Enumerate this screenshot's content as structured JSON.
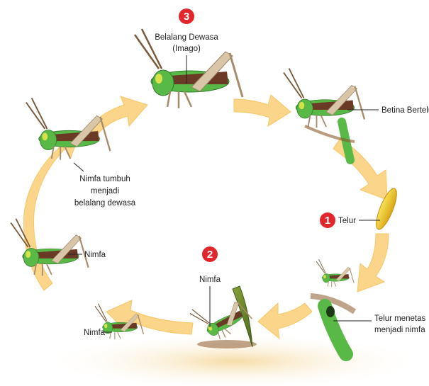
{
  "diagram": {
    "stages": {
      "adult": {
        "number": "3",
        "line1": "Belalang Dewasa",
        "line2": "(Imago)"
      },
      "female": {
        "label": "Betina Bertelur"
      },
      "egg": {
        "number": "1",
        "label": "Telur"
      },
      "hatch": {
        "line1": "Telur menetas",
        "line2": "menjadi nimfa"
      },
      "nymph_main": {
        "number": "2",
        "label": "Nimfa"
      },
      "nymph_small": {
        "label": "Nimfa"
      },
      "nymph_mid": {
        "label": "Nimfa"
      },
      "nymph_grow": {
        "line1": "Nimfa tumbuh",
        "line2": "menjadi",
        "line3": "belalang dewasa"
      }
    },
    "colors": {
      "arrow": "#fbd58a",
      "badge": "#e3262b",
      "grasshopper_green": "#58b947",
      "grasshopper_brown": "#6b3a26",
      "egg_yellow": "#f4cc2a"
    }
  }
}
